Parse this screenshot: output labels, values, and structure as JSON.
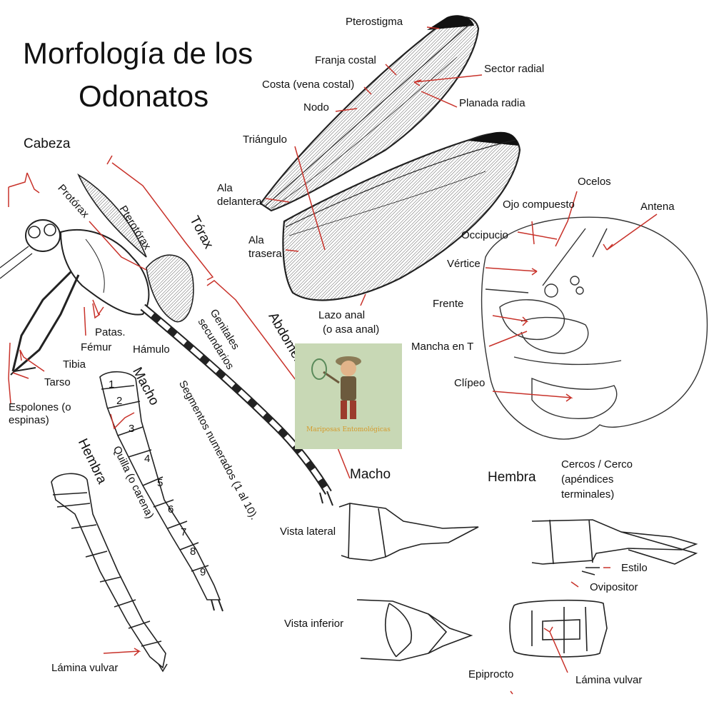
{
  "title": {
    "line1": "Morfología de los",
    "line2": "Odonatos"
  },
  "colors": {
    "ink": "#111111",
    "pointer": "#c8322a",
    "logo_bg": "#c8d8b5",
    "logo_text": "#d59a2a"
  },
  "sections": {
    "head": "Cabeza",
    "thorax": "Tórax",
    "abdomen": "Abdomen",
    "male": "Macho",
    "female": "Hembra",
    "male_appendages": "Macho",
    "female_appendages": "Hembra"
  },
  "body_labels": {
    "prothorax": "Protórax",
    "pterothorax": "Pterotórax",
    "legs": "Patas.",
    "femur": "Fémur",
    "tibia": "Tibia",
    "tarsus": "Tarso",
    "spurs_line1": "Espolones (o",
    "spurs_line2": "espinas)",
    "hamule": "Hámulo",
    "genitals_line1": "Genitales",
    "genitals_line2": "secundarios",
    "keel": "Quilla (o carena)",
    "segments": "Segmentos numerados (1 al 10).",
    "vulvar_plate": "Lámina vulvar"
  },
  "wing_labels": {
    "pterostigma": "Pterostigma",
    "costal_fringe": "Franja costal",
    "costa": "Costa (vena costal)",
    "nodus": "Nodo",
    "triangle": "Triángulo",
    "forewing_line1": "Ala",
    "forewing_line2": "delantera",
    "hindwing_line1": "Ala",
    "hindwing_line2": "trasera",
    "radial_sector": "Sector radial",
    "radial_planate": "Planada radia",
    "anal_loop_line1": "Lazo anal",
    "anal_loop_line2": "(o asa anal)"
  },
  "head_labels": {
    "ocelli": "Ocelos",
    "compound_eye": "Ojo compuesto",
    "antenna": "Antena",
    "occiput": "Occipucio",
    "vertex": "Vértice",
    "frons": "Frente",
    "t_spot": "Mancha en T",
    "clypeus": "Clípeo"
  },
  "segment_numbers": [
    "1",
    "2",
    "3",
    "4",
    "5",
    "6",
    "7",
    "8",
    "9"
  ],
  "appendage_labels": {
    "lateral_view": "Vista lateral",
    "ventral_view": "Vista inferior",
    "cerci_line1": "Cercos / Cerco",
    "cerci_line2": "(apéndices",
    "cerci_line3": "terminales)",
    "style": "Estilo",
    "ovipositor": "Ovipositor",
    "epiproct": "Epiprocto",
    "vulvar_plate": "Lámina vulvar"
  },
  "logo": {
    "text": "Mariposas Entomológicas"
  }
}
